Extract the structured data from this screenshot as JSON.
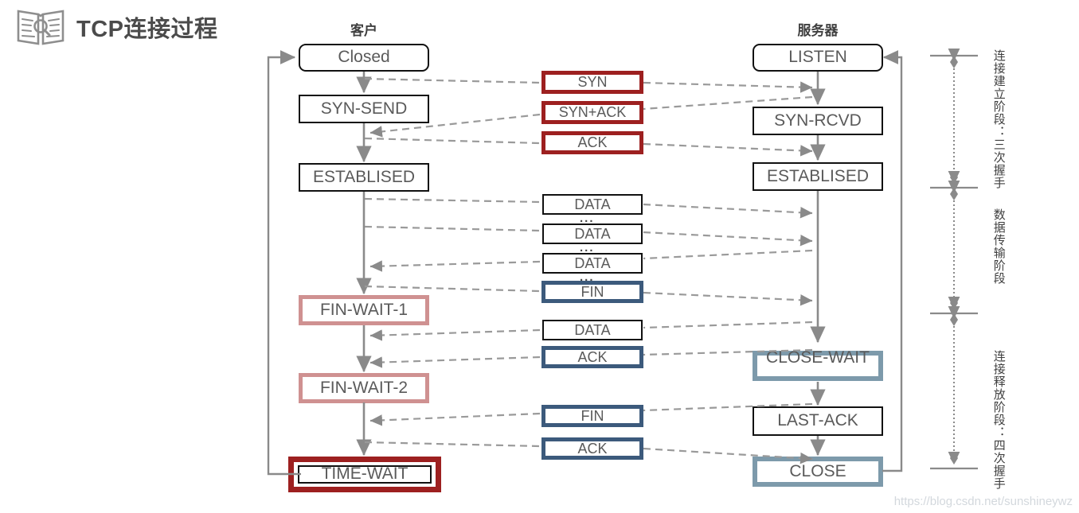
{
  "header": {
    "title": "TCP连接过程",
    "icon": "open-book-icon"
  },
  "columns": {
    "client_label": "客户",
    "server_label": "服务器"
  },
  "client_states": [
    {
      "label": "Closed",
      "style": "rounded"
    },
    {
      "label": "SYN-SEND",
      "style": "black"
    },
    {
      "label": "ESTABLISED",
      "style": "black"
    },
    {
      "label": "FIN-WAIT-1",
      "style": "pink"
    },
    {
      "label": "FIN-WAIT-2",
      "style": "pink"
    },
    {
      "label": "TIME-WAIT",
      "style": "darkred-double"
    }
  ],
  "server_states": [
    {
      "label": "LISTEN",
      "style": "rounded"
    },
    {
      "label": "SYN-RCVD",
      "style": "black"
    },
    {
      "label": "ESTABLISED",
      "style": "black"
    },
    {
      "label": "CLOSE-WAIT",
      "style": "blue"
    },
    {
      "label": "LAST-ACK",
      "style": "black"
    },
    {
      "label": "CLOSE",
      "style": "blue"
    }
  ],
  "messages": [
    {
      "label": "SYN",
      "style": "red",
      "direction": "client-to-server"
    },
    {
      "label": "SYN+ACK",
      "style": "red",
      "direction": "server-to-client"
    },
    {
      "label": "ACK",
      "style": "red",
      "direction": "client-to-server"
    },
    {
      "label": "DATA",
      "style": "black",
      "direction": "client-to-server"
    },
    {
      "label": "DATA",
      "style": "black",
      "direction": "client-to-server"
    },
    {
      "label": "DATA",
      "style": "black",
      "direction": "server-to-client"
    },
    {
      "label": "FIN",
      "style": "navy",
      "direction": "client-to-server"
    },
    {
      "label": "DATA",
      "style": "black",
      "direction": "server-to-client"
    },
    {
      "label": "ACK",
      "style": "navy",
      "direction": "server-to-client"
    },
    {
      "label": "FIN",
      "style": "navy",
      "direction": "server-to-client"
    },
    {
      "label": "ACK",
      "style": "navy",
      "direction": "client-to-server"
    }
  ],
  "ellipsis_marks": [
    "...",
    "...",
    "..."
  ],
  "phases": [
    {
      "label": "连接建立阶段：三次握手"
    },
    {
      "label": "数据传输阶段"
    },
    {
      "label": "连接释放阶段：四次握手"
    }
  ],
  "watermark": "https://blog.csdn.net/sunshineywz",
  "colors": {
    "dark_red": "#9d2020",
    "pink": "#cf9191",
    "steel_blue": "#7d9aab",
    "navy": "#3c5a7c",
    "black": "#111111",
    "wire_gray": "#8a8a8a",
    "text_gray": "#5a5a5a"
  }
}
